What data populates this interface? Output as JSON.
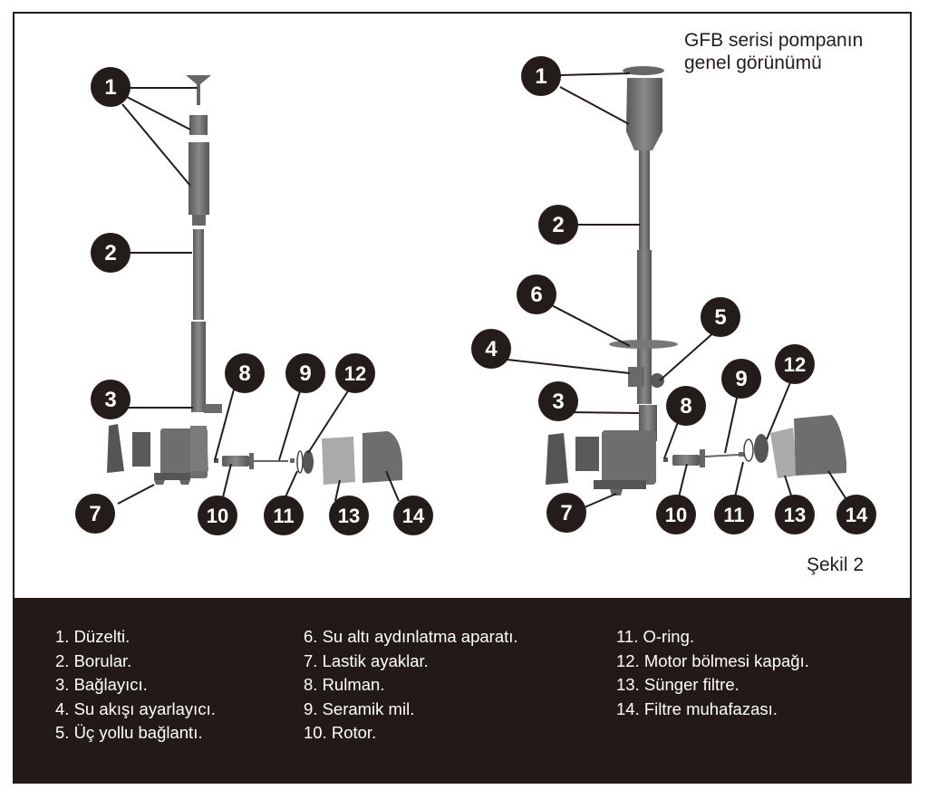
{
  "title_line1": "GFB serisi pompanın",
  "title_line2": "genel görünümü",
  "figure_label": "Şekil 2",
  "callouts_left": [
    "1",
    "2",
    "3",
    "7",
    "8",
    "9",
    "12",
    "10",
    "11",
    "13",
    "14"
  ],
  "callouts_right": [
    "1",
    "2",
    "6",
    "5",
    "4",
    "3",
    "8",
    "9",
    "12",
    "7",
    "10",
    "11",
    "13",
    "14"
  ],
  "legend": {
    "col1": [
      "1. Düzelti.",
      "2. Borular.",
      "3. Bağlayıcı.",
      "4. Su akışı ayarlayıcı.",
      "5. Üç yollu bağlantı."
    ],
    "col2": [
      "6. Su altı aydınlatma aparatı.",
      "7. Lastik ayaklar.",
      "8. Rulman.",
      "9. Seramik mil.",
      "10. Rotor."
    ],
    "col3": [
      "11. O-ring.",
      "12. Motor bölmesi kapağı.",
      "13. Sünger filtre.",
      "14. Filtre muhafazası."
    ]
  },
  "colors": {
    "callout": "#231c1a",
    "legend_bg": "#231a18",
    "part": "#6f6f6f"
  }
}
